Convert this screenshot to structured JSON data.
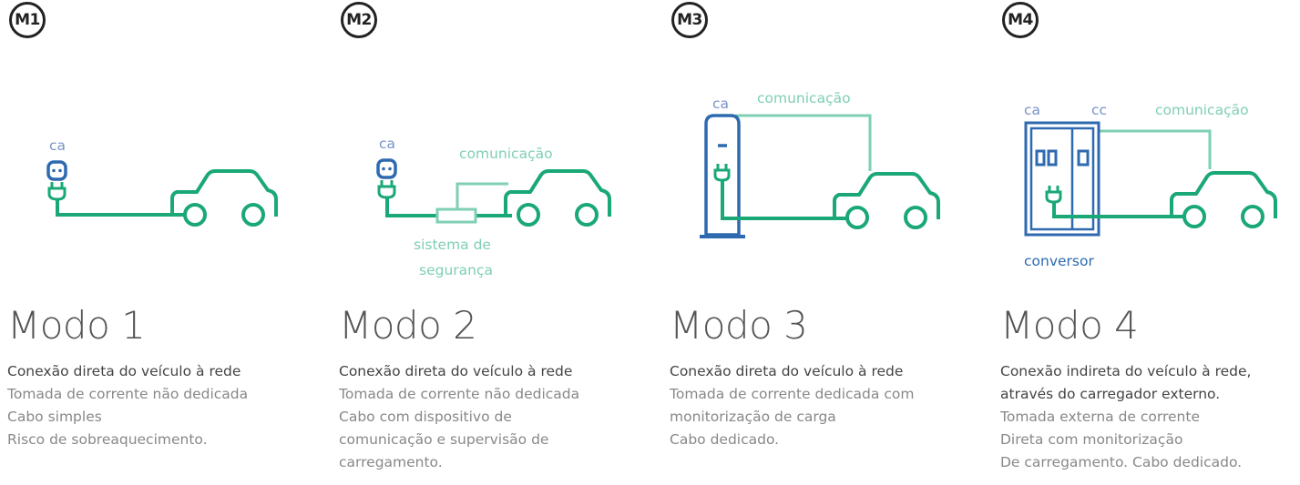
{
  "colors": {
    "cable": "#1aa876",
    "blue": "#2e6ab0",
    "communication": "#7fcfb3",
    "label_blue": "#7a93c9"
  },
  "modes": [
    {
      "badge": "M1",
      "title": "Modo 1",
      "labels": {
        "ca": "ca"
      },
      "description": [
        "Conexão direta do veículo à rede",
        "Tomada de corrente não dedicada",
        "Cabo simples",
        "Risco de sobreaquecimento."
      ]
    },
    {
      "badge": "M2",
      "title": "Modo 2",
      "labels": {
        "ca": "ca",
        "communication": "comunicação",
        "safety_line1": "sistema de",
        "safety_line2": "segurança"
      },
      "description": [
        "Conexão direta do veículo à rede",
        "Tomada de corrente não dedicada",
        "Cabo com dispositivo de",
        "comunicação e supervisão de",
        "carregamento."
      ]
    },
    {
      "badge": "M3",
      "title": "Modo 3",
      "labels": {
        "ca": "ca",
        "communication": "comunicação"
      },
      "description": [
        "Conexão direta do veículo à rede",
        "Tomada de corrente dedicada com",
        "monitorização de carga",
        "Cabo dedicado."
      ]
    },
    {
      "badge": "M4",
      "title": "Modo 4",
      "labels": {
        "ca": "ca",
        "cc": "cc",
        "communication": "comunicação",
        "converter": "conversor"
      },
      "description": [
        "Conexão indireta do veículo à rede,",
        "através do carregador externo.",
        "Tomada externa de corrente",
        "Direta com monitorização",
        "De carregamento. Cabo dedicado."
      ]
    }
  ]
}
